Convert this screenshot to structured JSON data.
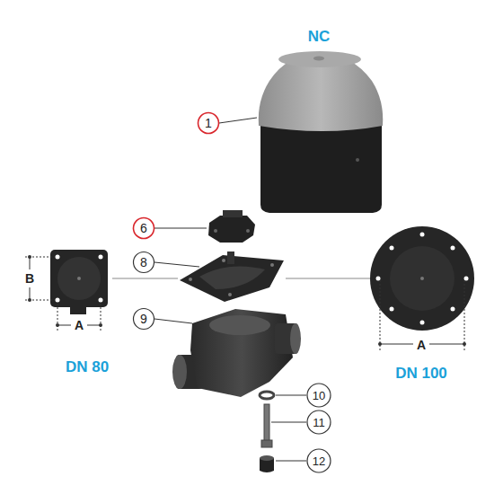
{
  "diagram": {
    "labels": [
      "NC",
      "1",
      "6",
      "8",
      "9",
      "10",
      "11",
      "12",
      "B",
      "A",
      "DN 80",
      "A",
      "DN 100"
    ]
  }
}
